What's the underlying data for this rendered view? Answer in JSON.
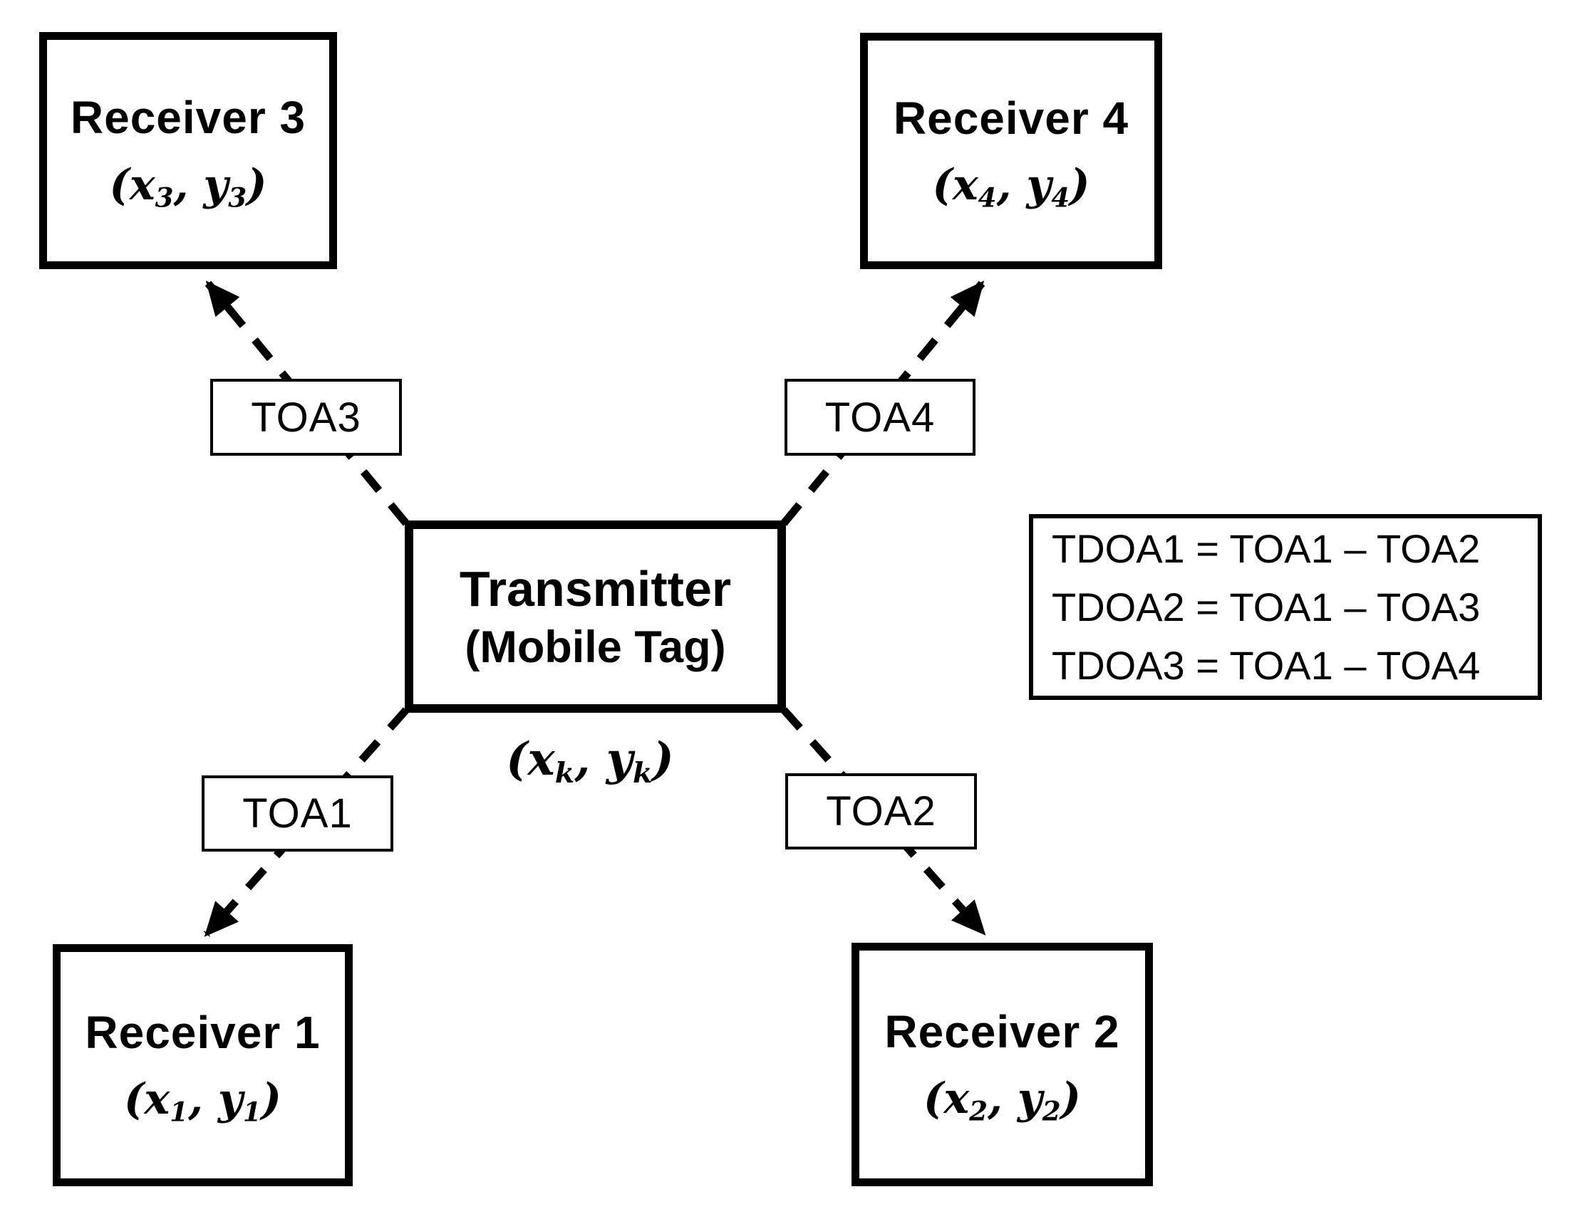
{
  "diagram": {
    "colors": {
      "ink": "#000000",
      "background": "#ffffff"
    },
    "transmitter": {
      "title": "Transmitter",
      "subtitle": "(Mobile Tag)",
      "coord": {
        "open": "(x",
        "sub_x": "k",
        "mid": ", y",
        "sub_y": "k",
        "close": ")"
      }
    },
    "receivers": [
      {
        "label": "Receiver 1",
        "coord": {
          "open": "(x",
          "sub_x": "1",
          "mid": ", y",
          "sub_y": "1",
          "close": ")"
        }
      },
      {
        "label": "Receiver 2",
        "coord": {
          "open": "(x",
          "sub_x": "2",
          "mid": ", y",
          "sub_y": "2",
          "close": ")"
        }
      },
      {
        "label": "Receiver 3",
        "coord": {
          "open": "(x",
          "sub_x": "3",
          "mid": ", y",
          "sub_y": "3",
          "close": ")"
        }
      },
      {
        "label": "Receiver 4",
        "coord": {
          "open": "(x",
          "sub_x": "4",
          "mid": ", y",
          "sub_y": "4",
          "close": ")"
        }
      }
    ],
    "toa_labels": [
      "TOA1",
      "TOA2",
      "TOA3",
      "TOA4"
    ],
    "equations": [
      "TDOA1 = TOA1 – TOA2",
      "TDOA2 = TOA1 – TOA3",
      "TDOA3 = TOA1 – TOA4"
    ]
  }
}
